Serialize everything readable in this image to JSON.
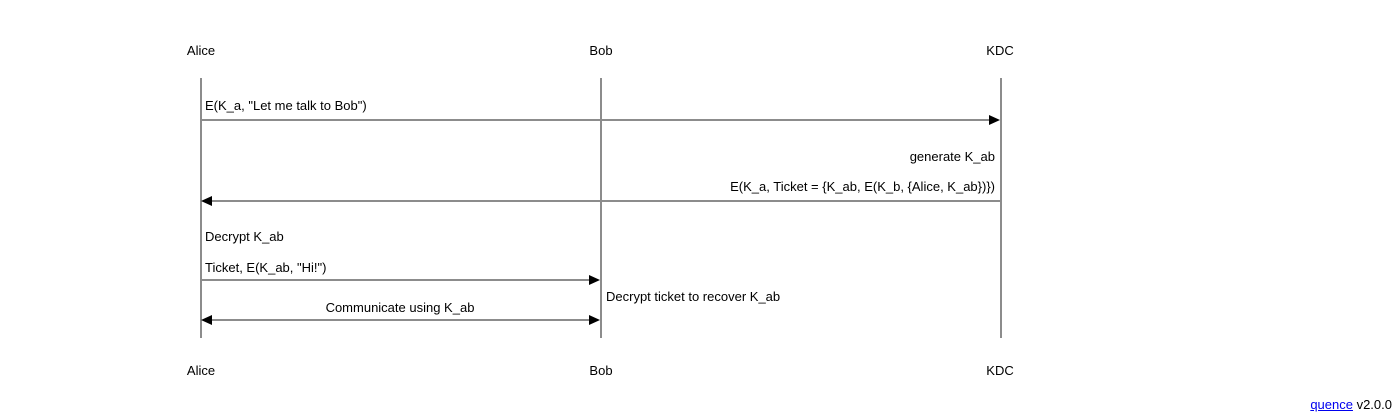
{
  "diagram": {
    "type": "sequence-diagram",
    "actors": [
      {
        "name": "Alice"
      },
      {
        "name": "Bob"
      },
      {
        "name": "KDC"
      }
    ],
    "messages": [
      {
        "from": "Alice",
        "to": "KDC",
        "direction": "right",
        "label": "E(K_a, \"Let me talk to Bob\")"
      },
      {
        "from": "KDC",
        "to": "Alice",
        "direction": "left",
        "label": "E(K_a, Ticket = {K_ab, E(K_b, {Alice, K_ab})})"
      },
      {
        "from": "Alice",
        "to": "Bob",
        "direction": "right",
        "label": "Ticket, E(K_ab, \"Hi!\")"
      },
      {
        "from": "Alice",
        "to": "Bob",
        "direction": "both",
        "label": "Communicate using K_ab"
      }
    ],
    "notes": [
      {
        "actor": "KDC",
        "text": "generate K_ab"
      },
      {
        "actor": "Alice",
        "text": "Decrypt K_ab"
      },
      {
        "actor": "Bob",
        "text": "Decrypt ticket to recover K_ab"
      }
    ]
  },
  "footer": {
    "link_label": "quence",
    "version_text": " v2.0.0"
  },
  "colors": {
    "line": "#8c8c8c",
    "arrowhead": "#000000",
    "text": "#000000",
    "link": "#0000ee",
    "background": "#ffffff"
  }
}
